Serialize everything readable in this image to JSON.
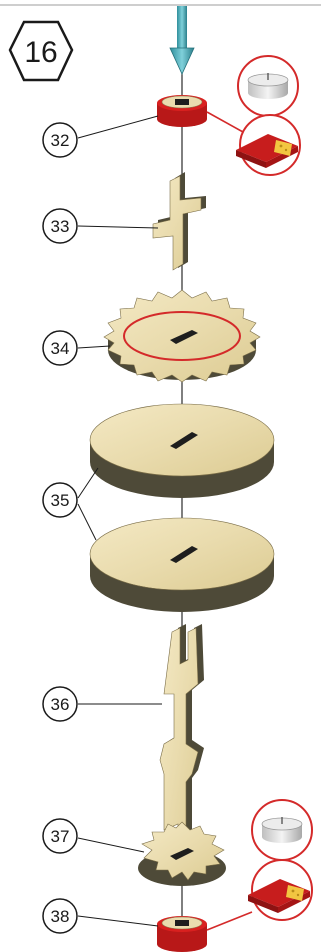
{
  "step_number": "16",
  "parts": [
    {
      "label": "32"
    },
    {
      "label": "33"
    },
    {
      "label": "34"
    },
    {
      "label": "35"
    },
    {
      "label": "36"
    },
    {
      "label": "37"
    },
    {
      "label": "38"
    }
  ],
  "icons": {
    "insert_arrow": "down-arrow-icon",
    "tealight": "tealight-candle-icon",
    "glue": "glue-spreader-icon"
  },
  "colors": {
    "wood": "#eadcaf",
    "wood_edge": "#5e5a44",
    "red_part": "#d9201f",
    "callout": "#d42a2a",
    "arrow": "#3fa9b6"
  }
}
